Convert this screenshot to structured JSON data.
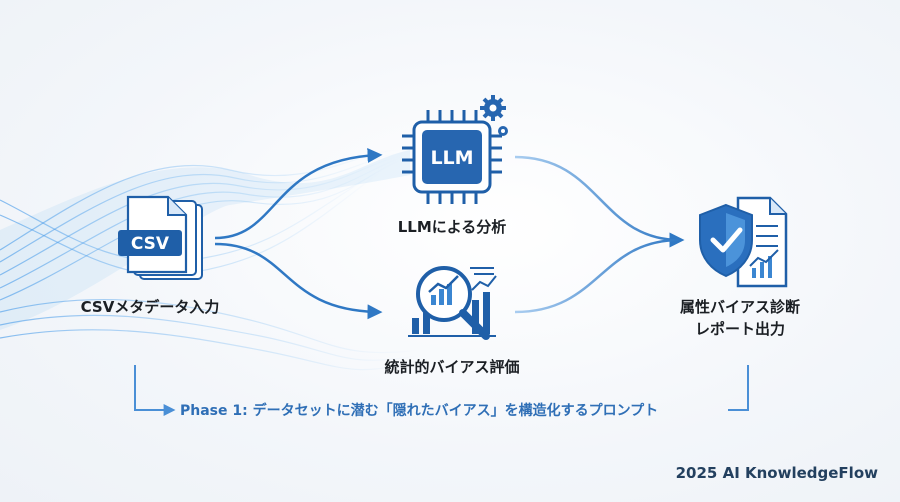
{
  "nodes": {
    "csv_icon_text": "CSV",
    "csv_label": "CSVメタデータ入力",
    "llm_chip_text": "LLM",
    "llm_label": "LLMによる分析",
    "stats_label": "統計的バイアス評価",
    "report_label_1": "属性バイアス診断",
    "report_label_2": "レポート出力"
  },
  "phase_text": "Phase 1: データセットに潜む「隠れたバイアス」を構造化するプロンプト",
  "brand": "2025 AI KnowledgeFlow",
  "colors": {
    "primary": "#1f5fa8",
    "accent": "#3b86d1",
    "light": "#cfe3f7"
  },
  "icons": [
    "document-stack-icon",
    "chip-icon",
    "gear-icon",
    "magnifier-chart-icon",
    "shield-check-icon"
  ]
}
